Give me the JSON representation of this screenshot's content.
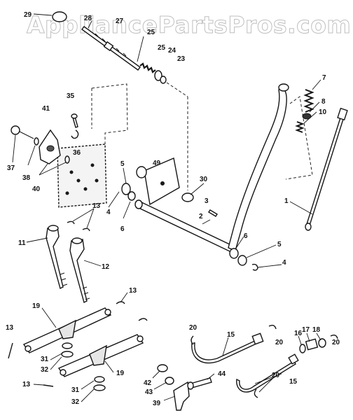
{
  "watermark": "AppliancePartsPros.com",
  "callouts": [
    {
      "id": "c29a",
      "text": "29"
    },
    {
      "id": "c28",
      "text": "28"
    },
    {
      "id": "c27",
      "text": "27"
    },
    {
      "id": "c25a",
      "text": "25"
    },
    {
      "id": "c25b",
      "text": "25"
    },
    {
      "id": "c24",
      "text": "24"
    },
    {
      "id": "c23",
      "text": "23"
    },
    {
      "id": "c7",
      "text": "7"
    },
    {
      "id": "c8",
      "text": "8"
    },
    {
      "id": "c10",
      "text": "10"
    },
    {
      "id": "c35",
      "text": "35"
    },
    {
      "id": "c41",
      "text": "41"
    },
    {
      "id": "c36",
      "text": "36"
    },
    {
      "id": "c37",
      "text": "37"
    },
    {
      "id": "c38",
      "text": "38"
    },
    {
      "id": "c40",
      "text": "40"
    },
    {
      "id": "c49",
      "text": "49"
    },
    {
      "id": "c5a",
      "text": "5"
    },
    {
      "id": "c30",
      "text": "30"
    },
    {
      "id": "c1",
      "text": "1"
    },
    {
      "id": "c3",
      "text": "3"
    },
    {
      "id": "c2",
      "text": "2"
    },
    {
      "id": "c4a",
      "text": "4"
    },
    {
      "id": "c6a",
      "text": "6"
    },
    {
      "id": "c13a",
      "text": "13"
    },
    {
      "id": "c6b",
      "text": "6"
    },
    {
      "id": "c5b",
      "text": "5"
    },
    {
      "id": "c4b",
      "text": "4"
    },
    {
      "id": "c11",
      "text": "11"
    },
    {
      "id": "c12",
      "text": "12"
    },
    {
      "id": "c13b",
      "text": "13"
    },
    {
      "id": "c19a",
      "text": "19"
    },
    {
      "id": "c13c",
      "text": "13"
    },
    {
      "id": "c20a",
      "text": "20"
    },
    {
      "id": "c20b",
      "text": "20"
    },
    {
      "id": "c15a",
      "text": "15"
    },
    {
      "id": "c16",
      "text": "16"
    },
    {
      "id": "c17",
      "text": "17"
    },
    {
      "id": "c18",
      "text": "18"
    },
    {
      "id": "c20c",
      "text": "20"
    },
    {
      "id": "c31a",
      "text": "31"
    },
    {
      "id": "c32a",
      "text": "32"
    },
    {
      "id": "c19b",
      "text": "19"
    },
    {
      "id": "c13d",
      "text": "13"
    },
    {
      "id": "c31b",
      "text": "31"
    },
    {
      "id": "c32b",
      "text": "32"
    },
    {
      "id": "c42",
      "text": "42"
    },
    {
      "id": "c43",
      "text": "43"
    },
    {
      "id": "c44",
      "text": "44"
    },
    {
      "id": "c39",
      "text": "39"
    },
    {
      "id": "c20d",
      "text": "20"
    },
    {
      "id": "c15b",
      "text": "15"
    }
  ]
}
